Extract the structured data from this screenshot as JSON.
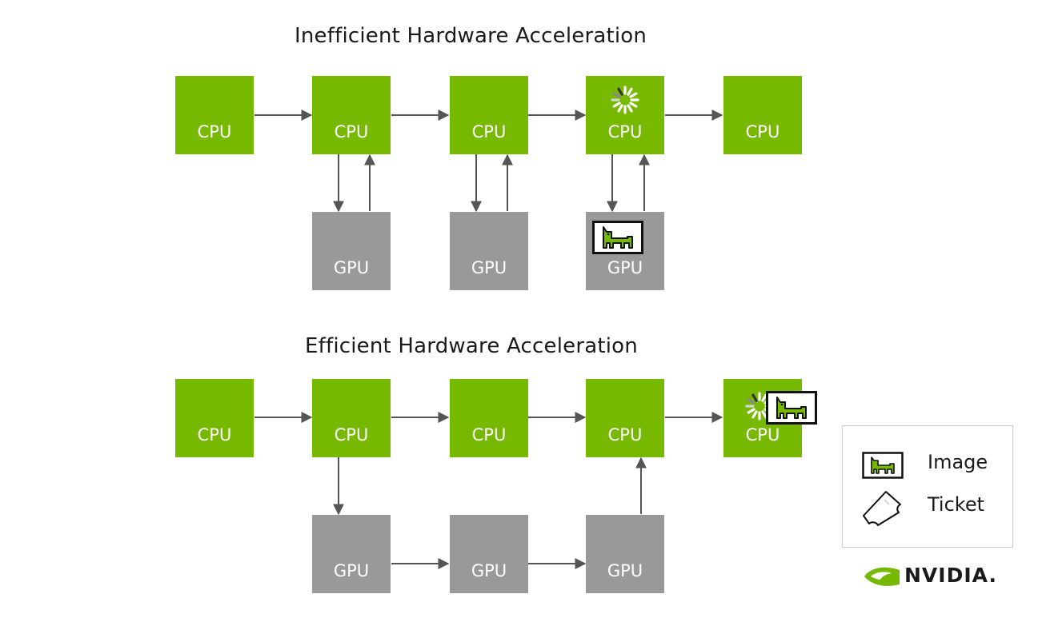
{
  "diagrams": {
    "inefficient": {
      "title": "Inefficient Hardware Acceleration",
      "cpu_label": "CPU",
      "gpu_label": "GPU"
    },
    "efficient": {
      "title": "Efficient Hardware Acceleration",
      "cpu_label": "CPU",
      "gpu_label": "GPU"
    }
  },
  "legend": {
    "image_label": "Image",
    "ticket_label": "Ticket"
  },
  "logo": {
    "text": "NVIDIA."
  },
  "colors": {
    "cpu": "#76b900",
    "gpu": "#999999",
    "arrow": "#555555"
  },
  "icons": {
    "image": "cat-image-icon",
    "ticket": "ticket-icon",
    "busy": "loading-spinner-icon"
  }
}
